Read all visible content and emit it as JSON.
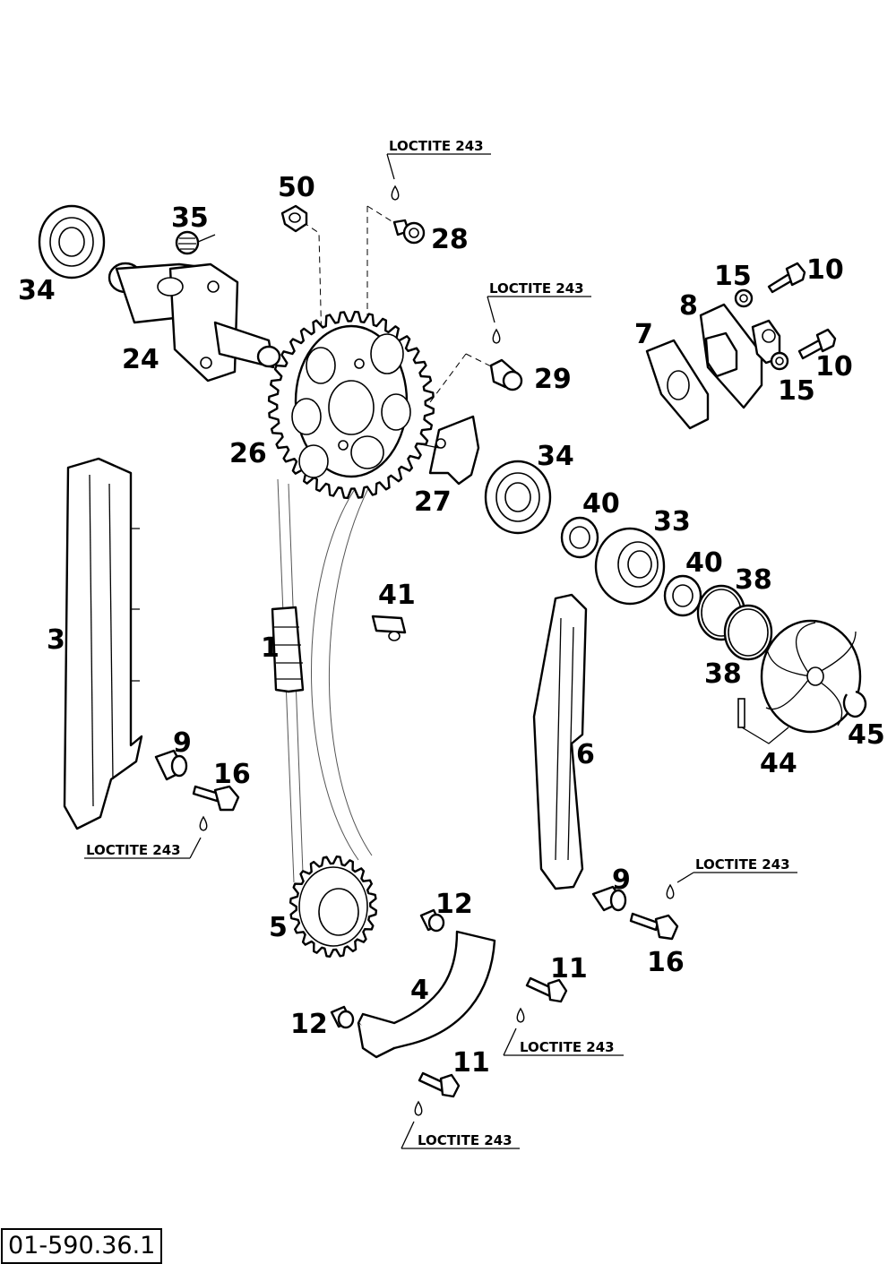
{
  "diagram": {
    "reference": "01-590.36.1",
    "adhesive_label": "LOCTITE 243",
    "callouts": [
      "1",
      "3",
      "4",
      "5",
      "6",
      "7",
      "8",
      "9",
      "9",
      "10",
      "10",
      "11",
      "11",
      "12",
      "12",
      "15",
      "15",
      "16",
      "16",
      "24",
      "26",
      "27",
      "28",
      "29",
      "33",
      "34",
      "34",
      "35",
      "38",
      "38",
      "40",
      "40",
      "41",
      "44",
      "45",
      "50"
    ]
  }
}
